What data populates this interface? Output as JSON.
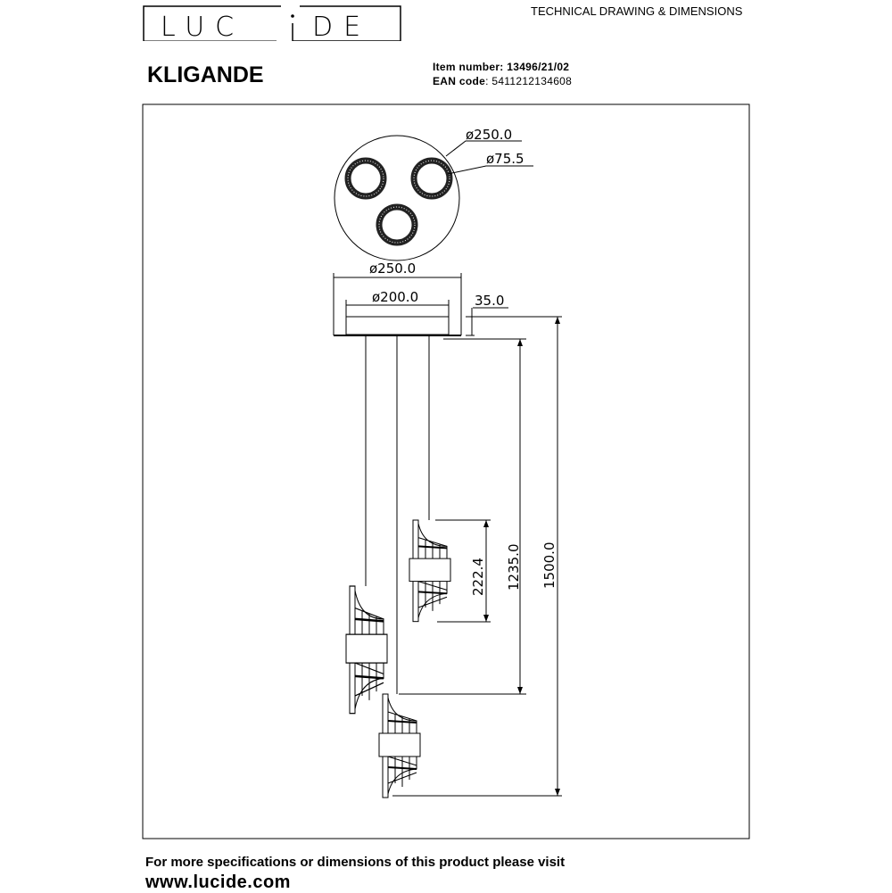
{
  "brand": {
    "logo_text": "LUCIDE"
  },
  "header": {
    "doc_type": "TECHNICAL DRAWING & DIMENSIONS",
    "product_name": "KLIGANDE",
    "item_label": "Item number:",
    "item_number": "13496/21/02",
    "ean_label": "EAN code",
    "ean_value": ": 5411212134608"
  },
  "dimensions": {
    "top_diameter": "ø250.0",
    "shade_diameter": "ø75.5",
    "canopy_diameter": "ø250.0",
    "canopy_inner_diameter": "ø200.0",
    "canopy_height": "35.0",
    "shade_height": "222.4",
    "min_height": "1235.0",
    "max_height": "1500.0"
  },
  "footer": {
    "line1": "For more specifications or dimensions of this product please visit",
    "url": "www.lucide.com"
  }
}
